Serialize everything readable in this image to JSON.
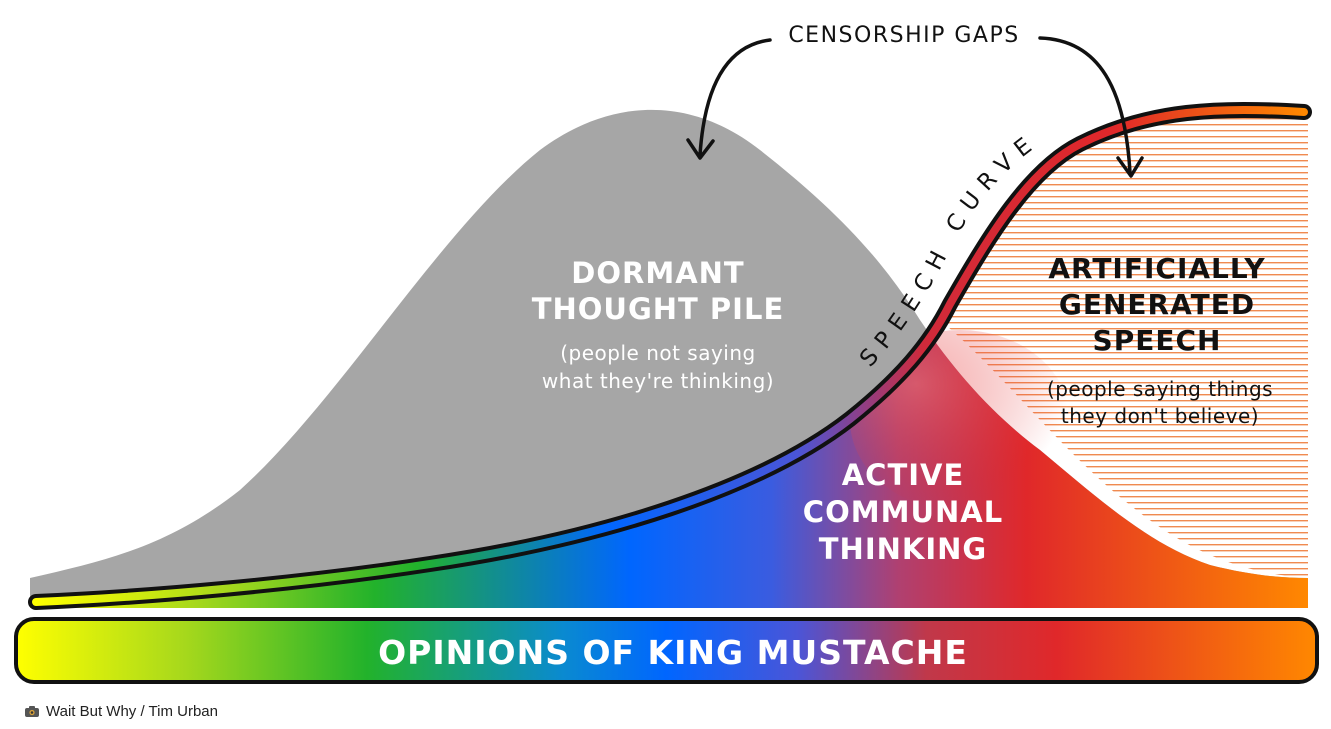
{
  "diagram": {
    "top_label": "CENSORSHIP GAPS",
    "curve_label": "SPEECH CURVE",
    "dormant": {
      "title_line1": "DORMANT",
      "title_line2": "THOUGHT PILE",
      "sub_line1": "(people not saying",
      "sub_line2": "what they're thinking)"
    },
    "active": {
      "line1": "ACTIVE",
      "line2": "COMMUNAL",
      "line3": "THINKING"
    },
    "artificial": {
      "title_line1": "ARTIFICIALLY",
      "title_line2": "GENERATED",
      "title_line3": "SPEECH",
      "sub_line1": "(people saying things",
      "sub_line2": "they don't believe)"
    },
    "axis_bar_label": "OPINIONS OF KING MUSTACHE",
    "colors": {
      "pile_gray": "#a6a6a6",
      "spectrum": [
        "#ffff00",
        "#22b22b",
        "#0066ff",
        "#e0282a",
        "#ff8800"
      ]
    }
  },
  "footer": {
    "credit": "Wait But Why / Tim Urban",
    "icon": "camera-icon"
  }
}
